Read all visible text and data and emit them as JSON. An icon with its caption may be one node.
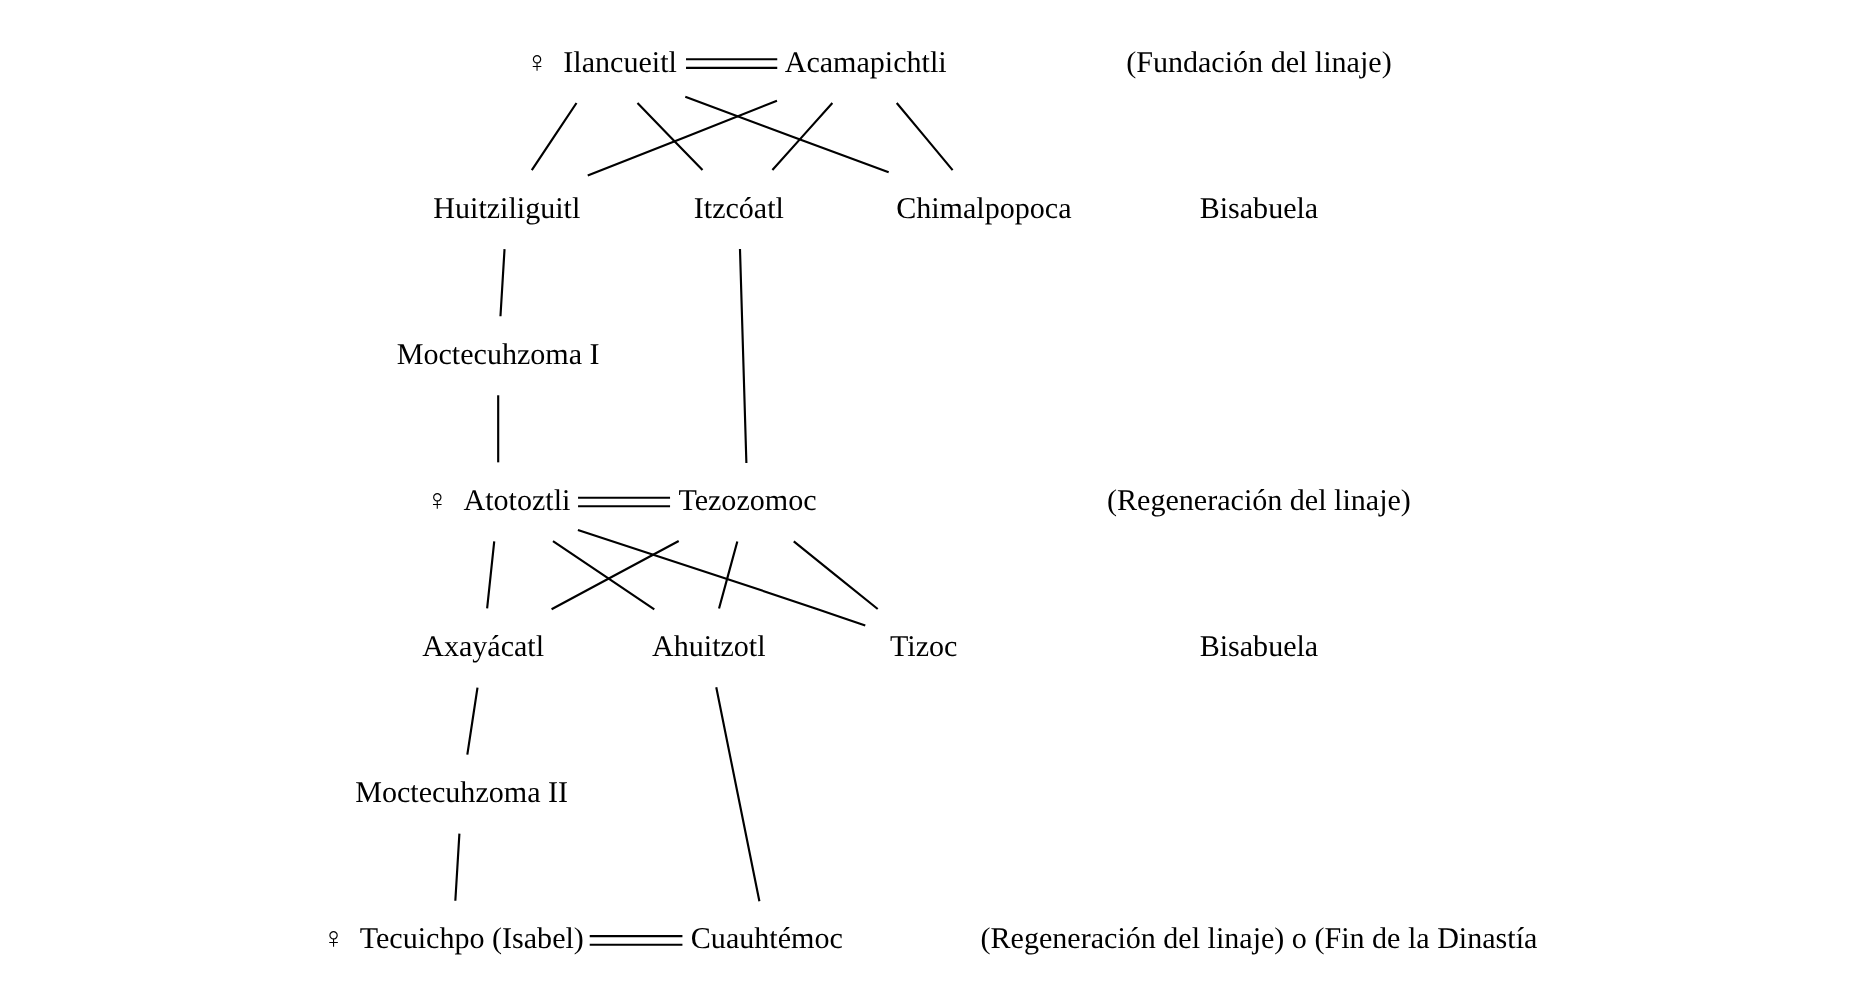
{
  "diagram": {
    "nodes": [
      {
        "text": [
          "Ilancueitl"
        ],
        "beside": [
          "♀"
        ]
      },
      {
        "text": [
          "Acamapichtli"
        ]
      },
      {
        "text": [
          "Huitziliguitl"
        ]
      },
      {
        "text": [
          "Chimalpopoca"
        ]
      },
      {
        "text": [
          "Itzcóatl"
        ]
      },
      {
        "text": [
          "Moctecuhzoma I"
        ]
      },
      {
        "text": [
          "Tezozomoc"
        ]
      },
      {
        "text": [
          "Atotoztli"
        ],
        "beside": [
          "♀"
        ]
      },
      {
        "text": [
          "Axayácatl"
        ]
      },
      {
        "text": [
          "Tizoc"
        ]
      },
      {
        "text": [
          "Ahuitzotl"
        ]
      },
      {
        "text": [
          "Moctecuhzoma II"
        ]
      },
      {
        "text": [
          "Cuauhtémoc"
        ]
      },
      {
        "text": [
          "Tecuichpo (Isabel)"
        ],
        "beside": [
          "♀"
        ]
      }
    ],
    "edges": [
      {
        "from": 0,
        "to": 1,
        "arrow": "none"
      },
      {
        "from": 0,
        "to": 2,
        "arrow": "none"
      },
      {
        "from": 1,
        "to": 2,
        "arrow": "none"
      },
      {
        "from": 0,
        "to": 3,
        "arrow": "none"
      },
      {
        "from": 1,
        "to": 3,
        "arrow": "none"
      },
      {
        "from": 0,
        "to": 4,
        "arrow": "none"
      },
      {
        "from": 1,
        "to": 4,
        "arrow": "none"
      },
      {
        "from": 2,
        "to": 5,
        "arrow": "none"
      },
      {
        "from": 5,
        "to": 7,
        "arrow": "none"
      },
      {
        "from": 4,
        "to": 6,
        "arrow": "none"
      },
      {
        "from": 7,
        "to": 6,
        "arrow": "none"
      },
      {
        "from": 7,
        "to": 8,
        "arrow": "none"
      },
      {
        "from": 6,
        "to": 8,
        "arrow": "none"
      },
      {
        "from": 7,
        "to": 9,
        "arrow": "none"
      },
      {
        "from": 6,
        "to": 9,
        "arrow": "none"
      },
      {
        "from": 7,
        "to": 10,
        "arrow": "none"
      },
      {
        "from": 6,
        "to": 10,
        "arrow": "none"
      },
      {
        "from": 8,
        "to": 11,
        "arrow": "none"
      },
      {
        "from": 11,
        "to": 13,
        "arrow": "none"
      },
      {
        "from": 10,
        "to": 12,
        "arrow": "none"
      },
      {
        "from": 13,
        "to": 12,
        "arrow": "none"
      }
    ],
    "labels": [
      "(Fundación del linaje)",
      "Bisabuela",
      "(Regeneración del linaje)",
      "Bisabuela",
      "(Regeneración del linaje) o (Fin de la Dinastía"
    ]
  }
}
